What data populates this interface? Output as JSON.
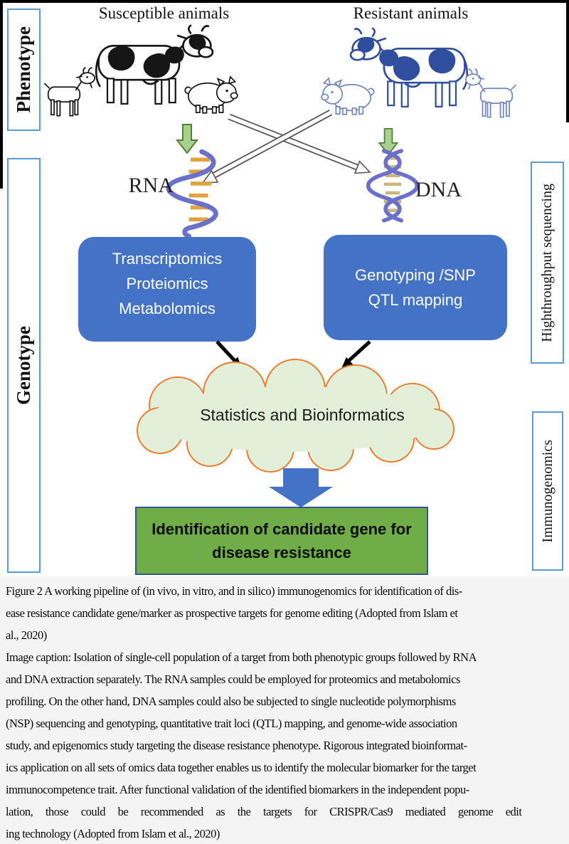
{
  "figure": {
    "phenotype_label": "Phenotype",
    "genotype_label": "Genotype",
    "sequencing_label": "Highthroughput sequencing",
    "immunogenomics_label": "Immunogenomics",
    "susceptible_title": "Susceptible animals",
    "resistant_title": "Resistant animals",
    "rna_label": "RNA",
    "dna_label": "DNA",
    "omics_box_lines": [
      "Transcriptomics",
      "Proteiomics",
      "Metabolomics"
    ],
    "genotyping_box_lines": [
      "Genotyping /SNP",
      "QTL mapping"
    ],
    "cloud_label": "Statistics and Bioinformatics",
    "result_box_lines": [
      "Identification of candidate gene for",
      "disease resistance"
    ],
    "icons": {
      "left_group": [
        "goat-icon",
        "cow-icon",
        "pig-icon"
      ],
      "right_group": [
        "pig-icon",
        "cow-icon",
        "goat-icon"
      ],
      "arrows": [
        "down-arrow-icon",
        "cross-arrow-icon",
        "cloud-icon"
      ]
    },
    "colors": {
      "accent-blue": "#4472c4",
      "box-border-blue": "#5b9bd5",
      "result-green": "#70ad47",
      "result-border": "#2f5597",
      "cloud-fill": "#e2f0d9",
      "cloud-stroke": "#ed7d31",
      "arrow-green-fill": "#a9d18e",
      "arrow-green-stroke": "#538135",
      "animal-blue": "#2f4f9e",
      "animal-blue-light": "#7186c0",
      "helix-purple": "#6b70cb",
      "helix-rung-orange": "#e0a23e",
      "helix-rung-tan": "#cbb57e"
    }
  },
  "caption": {
    "lines": [
      "Figure 2 A working pipeline of (in vivo, in vitro, and in silico) immunogenomics for identification of dis-",
      "ease resistance candidate gene/marker as prospective targets for genome editing (Adopted from Islam et",
      "al., 2020)",
      "Image caption: Isolation of single-cell population of a target from both phenotypic groups followed by RNA",
      "and DNA extraction separately. The RNA samples could be employed for proteomics and metabolomics",
      "profiling. On the other hand, DNA samples could also be subjected to single nucleotide polymorphisms",
      "(NSP) sequencing and genotyping, quantitative trait loci (QTL) mapping, and genome-wide association",
      "study, and epigenomics study targeting the disease resistance phenotype. Rigorous integrated bioinformat-",
      "ics application on all sets of omics data together enables us to identify the molecular biomarker for the target",
      "immunocompetence trait. After functional validation of the identified biomarkers in the independent popu-",
      "lation, those could be recommended as the targets for CRISPR/Cas9 mediated genome edit",
      "ing technology (Adopted from Islam et al., 2020)"
    ]
  }
}
